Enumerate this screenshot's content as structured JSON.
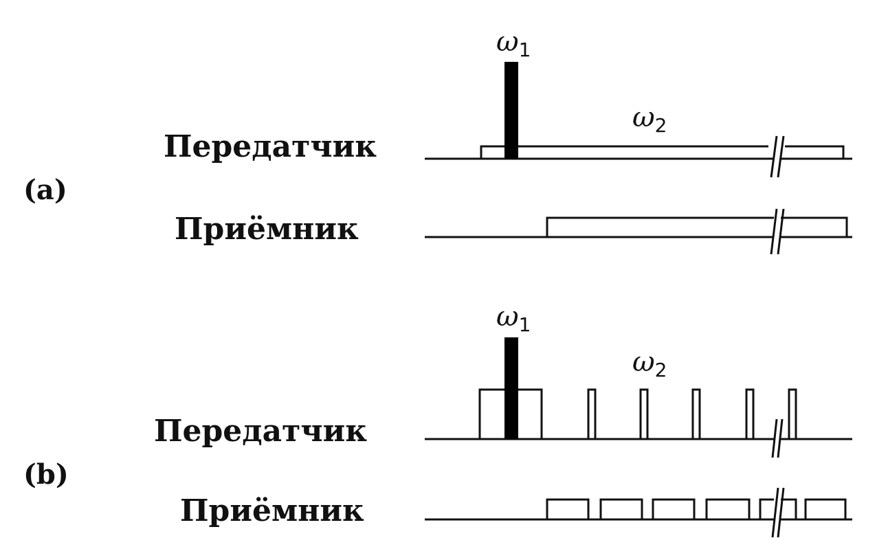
{
  "panels": [
    {
      "id": "a",
      "label": "(a)",
      "transmitter_label": "Передатчик",
      "receiver_label": "Приёмник",
      "omega1_symbol": "ω",
      "omega1_index": "1",
      "omega2_symbol": "ω",
      "omega2_index": "2"
    },
    {
      "id": "b",
      "label": "(b)",
      "transmitter_label": "Передатчик",
      "receiver_label": "Приёмник",
      "omega1_symbol": "ω",
      "omega1_index": "1",
      "omega2_symbol": "ω",
      "omega2_index": "2"
    }
  ]
}
